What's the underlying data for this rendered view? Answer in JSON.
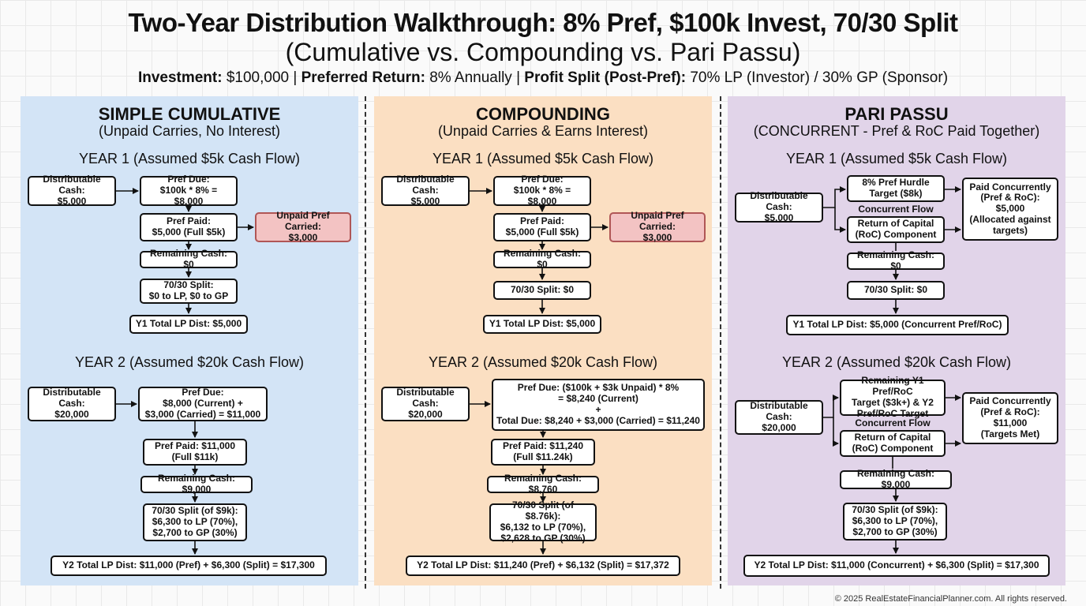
{
  "header": {
    "title": "Two-Year Distribution Walkthrough: 8% Pref, $100k Invest, 70/30 Split",
    "subtitle": "(Cumulative vs. Compounding vs. Pari Passu)",
    "investment_label": "Investment:",
    "investment_value": "$100,000",
    "pref_label": "Preferred Return:",
    "pref_value": "8% Annually",
    "split_label": "Profit Split (Post-Pref):",
    "split_value": "70% LP (Investor) / 30% GP (Sponsor)",
    "separator": "|"
  },
  "simple": {
    "title": "SIMPLE CUMULATIVE",
    "subtitle": "(Unpaid Carries, No Interest)",
    "year1": {
      "heading": "YEAR 1 (Assumed $5k Cash Flow)",
      "distributable": [
        "Distributable Cash:",
        "$5,000"
      ],
      "pref_due": [
        "Pref Due:",
        "$100k * 8% = $8,000"
      ],
      "pref_paid": [
        "Pref Paid:",
        "$5,000 (Full $5k)"
      ],
      "unpaid": [
        "Unpaid Pref Carried:",
        "$3,000"
      ],
      "remaining": "Remaining Cash: $0",
      "split": [
        "70/30 Split:",
        "$0 to LP, $0 to GP"
      ],
      "total": "Y1 Total LP Dist: $5,000"
    },
    "year2": {
      "heading": "YEAR 2 (Assumed $20k Cash Flow)",
      "distributable": [
        "Distributable Cash:",
        "$20,000"
      ],
      "pref_due": [
        "Pref Due:",
        "$8,000 (Current) +",
        "$3,000 (Carried) = $11,000"
      ],
      "pref_paid": [
        "Pref Paid: $11,000",
        "(Full $11k)"
      ],
      "remaining": "Remaining Cash: $9,000",
      "split": [
        "70/30 Split (of $9k):",
        "$6,300 to LP (70%),",
        "$2,700 to GP (30%)"
      ],
      "total": "Y2 Total LP Dist: $11,000 (Pref) + $6,300 (Split) = $17,300"
    }
  },
  "compounding": {
    "title": "COMPOUNDING",
    "subtitle": "(Unpaid Carries & Earns Interest)",
    "year1": {
      "heading": "YEAR 1 (Assumed $5k Cash Flow)",
      "distributable": [
        "Distributable Cash:",
        "$5,000"
      ],
      "pref_due": [
        "Pref Due:",
        "$100k * 8% = $8,000"
      ],
      "pref_paid": [
        "Pref Paid:",
        "$5,000 (Full $5k)"
      ],
      "unpaid": [
        "Unpaid Pref Carried:",
        "$3,000"
      ],
      "remaining": "Remaining Cash: $0",
      "split": "70/30 Split: $0",
      "total": "Y1 Total LP Dist: $5,000"
    },
    "year2": {
      "heading": "YEAR 2 (Assumed $20k Cash Flow)",
      "distributable": [
        "Distributable Cash:",
        "$20,000"
      ],
      "pref_due": [
        "Pref Due: ($100k + $3k Unpaid) * 8%",
        "= $8,240 (Current)",
        "+",
        "Total Due: $8,240 + $3,000 (Carried) = $11,240"
      ],
      "pref_paid": [
        "Pref Paid: $11,240",
        "(Full $11.24k)"
      ],
      "remaining": "Remaining Cash: $8,760",
      "split": [
        "70/30 Split (of $8.76k):",
        "$6,132 to LP (70%),",
        "$2,628 to GP (30%)"
      ],
      "total": "Y2 Total LP Dist: $11,240 (Pref) + $6,132 (Split) = $17,372"
    }
  },
  "pari_passu": {
    "title": "PARI PASSU",
    "subtitle": "(CONCURRENT - Pref & RoC Paid Together)",
    "year1": {
      "heading": "YEAR 1 (Assumed $5k Cash Flow)",
      "distributable": [
        "Distributable Cash:",
        "$5,000"
      ],
      "hurdle": [
        "8% Pref Hurdle",
        "Target ($8k)"
      ],
      "concurrent": "Concurrent Flow",
      "roc": [
        "Return of Capital",
        "(RoC) Component"
      ],
      "paid": [
        "Paid Concurrently",
        "(Pref & RoC):",
        "$5,000",
        "(Allocated against",
        "targets)"
      ],
      "remaining": "Remaining Cash: $0",
      "split": "70/30 Split: $0",
      "total": "Y1 Total LP Dist: $5,000 (Concurrent Pref/RoC)"
    },
    "year2": {
      "heading": "YEAR 2 (Assumed $20k Cash Flow)",
      "distributable": [
        "Distributable Cash:",
        "$20,000"
      ],
      "hurdle": [
        "Remaining Y1 Pref/RoC",
        "Target ($3k+) & Y2",
        "Pref/RoC Target"
      ],
      "concurrent": "Concurrent Flow",
      "roc": [
        "Return of Capital",
        "(RoC) Component"
      ],
      "paid": [
        "Paid Concurrently",
        "(Pref & RoC):",
        "$11,000",
        "(Targets Met)"
      ],
      "remaining": "Remaining Cash: $9,000",
      "split": [
        "70/30 Split (of $9k):",
        "$6,300 to LP (70%),",
        "$2,700 to GP (30%)"
      ],
      "total": "Y2 Total LP Dist: $11,000 (Concurrent) + $6,300 (Split) = $17,300"
    }
  },
  "footer": "© 2025 RealEstateFinancialPlanner.com. All rights reserved."
}
